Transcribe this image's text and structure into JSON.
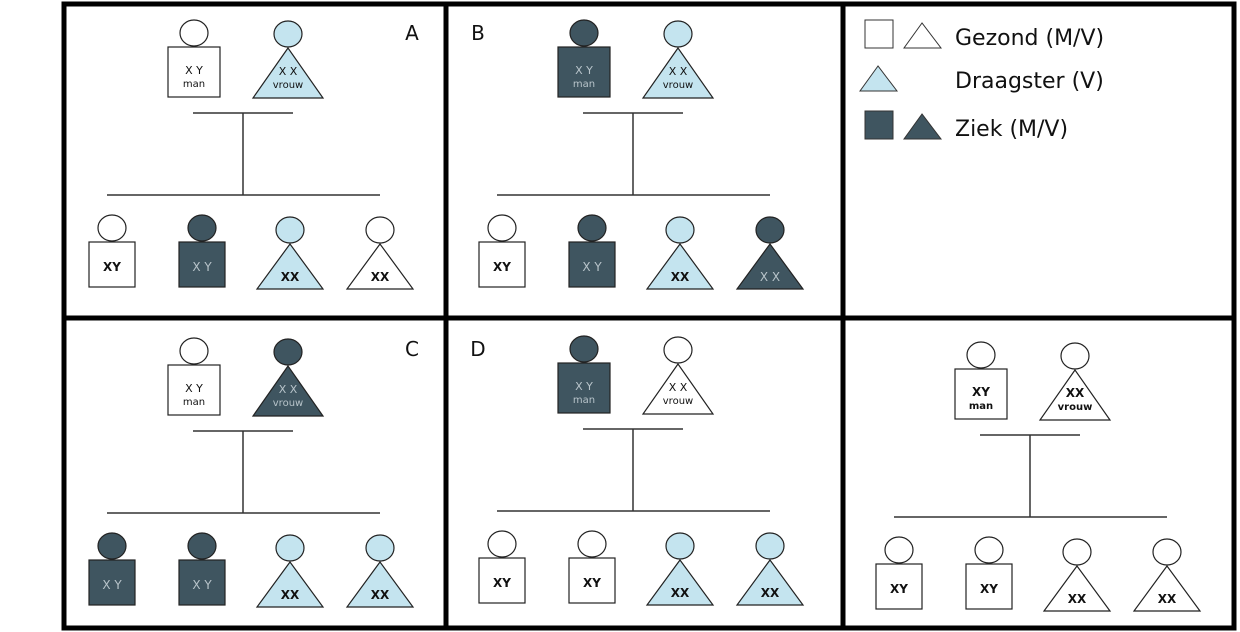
{
  "colors": {
    "healthy": "#ffffff",
    "carrier": "#c4e4ef",
    "affected": "#3f5560",
    "line": "#333333"
  },
  "legend": {
    "items": [
      {
        "label": "Gezond (M/V)",
        "symbols": [
          "square-healthy",
          "triangle-healthy"
        ]
      },
      {
        "label": "Draagster (V)",
        "symbols": [
          "triangle-carrier"
        ]
      },
      {
        "label": "Ziek (M/V)",
        "symbols": [
          "square-affected",
          "triangle-affected"
        ]
      }
    ]
  },
  "panels": [
    {
      "letter": "A",
      "father": {
        "status": "healthy",
        "genotype": "X Y",
        "caption": "man"
      },
      "mother": {
        "status": "carrier",
        "genotype": "X X",
        "caption": "vrouw"
      },
      "children": [
        {
          "sex": "male",
          "status": "healthy",
          "genotype": "XY"
        },
        {
          "sex": "male",
          "status": "affected",
          "genotype": "X Y"
        },
        {
          "sex": "female",
          "status": "carrier",
          "genotype": "XX"
        },
        {
          "sex": "female",
          "status": "healthy",
          "genotype": "XX"
        }
      ]
    },
    {
      "letter": "B",
      "father": {
        "status": "affected",
        "genotype": "X Y",
        "caption": "man"
      },
      "mother": {
        "status": "carrier",
        "genotype": "X X",
        "caption": "vrouw"
      },
      "children": [
        {
          "sex": "male",
          "status": "healthy",
          "genotype": "XY"
        },
        {
          "sex": "male",
          "status": "affected",
          "genotype": "X Y"
        },
        {
          "sex": "female",
          "status": "carrier",
          "genotype": "XX"
        },
        {
          "sex": "female",
          "status": "affected",
          "genotype": "X X"
        }
      ]
    },
    {
      "letter": "C",
      "father": {
        "status": "healthy",
        "genotype": "X Y",
        "caption": "man"
      },
      "mother": {
        "status": "affected",
        "genotype": "X X",
        "caption": "vrouw"
      },
      "children": [
        {
          "sex": "male",
          "status": "affected",
          "genotype": "X Y"
        },
        {
          "sex": "male",
          "status": "affected",
          "genotype": "X Y"
        },
        {
          "sex": "female",
          "status": "carrier",
          "genotype": "XX"
        },
        {
          "sex": "female",
          "status": "carrier",
          "genotype": "XX"
        }
      ]
    },
    {
      "letter": "D",
      "father": {
        "status": "affected",
        "genotype": "X Y",
        "caption": "man"
      },
      "mother": {
        "status": "healthy",
        "genotype": "X X",
        "caption": "vrouw"
      },
      "children": [
        {
          "sex": "male",
          "status": "healthy",
          "genotype": "XY"
        },
        {
          "sex": "male",
          "status": "healthy",
          "genotype": "XY"
        },
        {
          "sex": "female",
          "status": "carrier",
          "genotype": "XX"
        },
        {
          "sex": "female",
          "status": "carrier",
          "genotype": "XX"
        }
      ]
    },
    {
      "letter": "",
      "father": {
        "status": "healthy",
        "genotype": "XY",
        "caption": "man"
      },
      "mother": {
        "status": "healthy",
        "genotype": "XX",
        "caption": "vrouw"
      },
      "children": [
        {
          "sex": "male",
          "status": "healthy",
          "genotype": "XY"
        },
        {
          "sex": "male",
          "status": "healthy",
          "genotype": "XY"
        },
        {
          "sex": "female",
          "status": "healthy",
          "genotype": "XX"
        },
        {
          "sex": "female",
          "status": "healthy",
          "genotype": "XX"
        }
      ]
    }
  ]
}
